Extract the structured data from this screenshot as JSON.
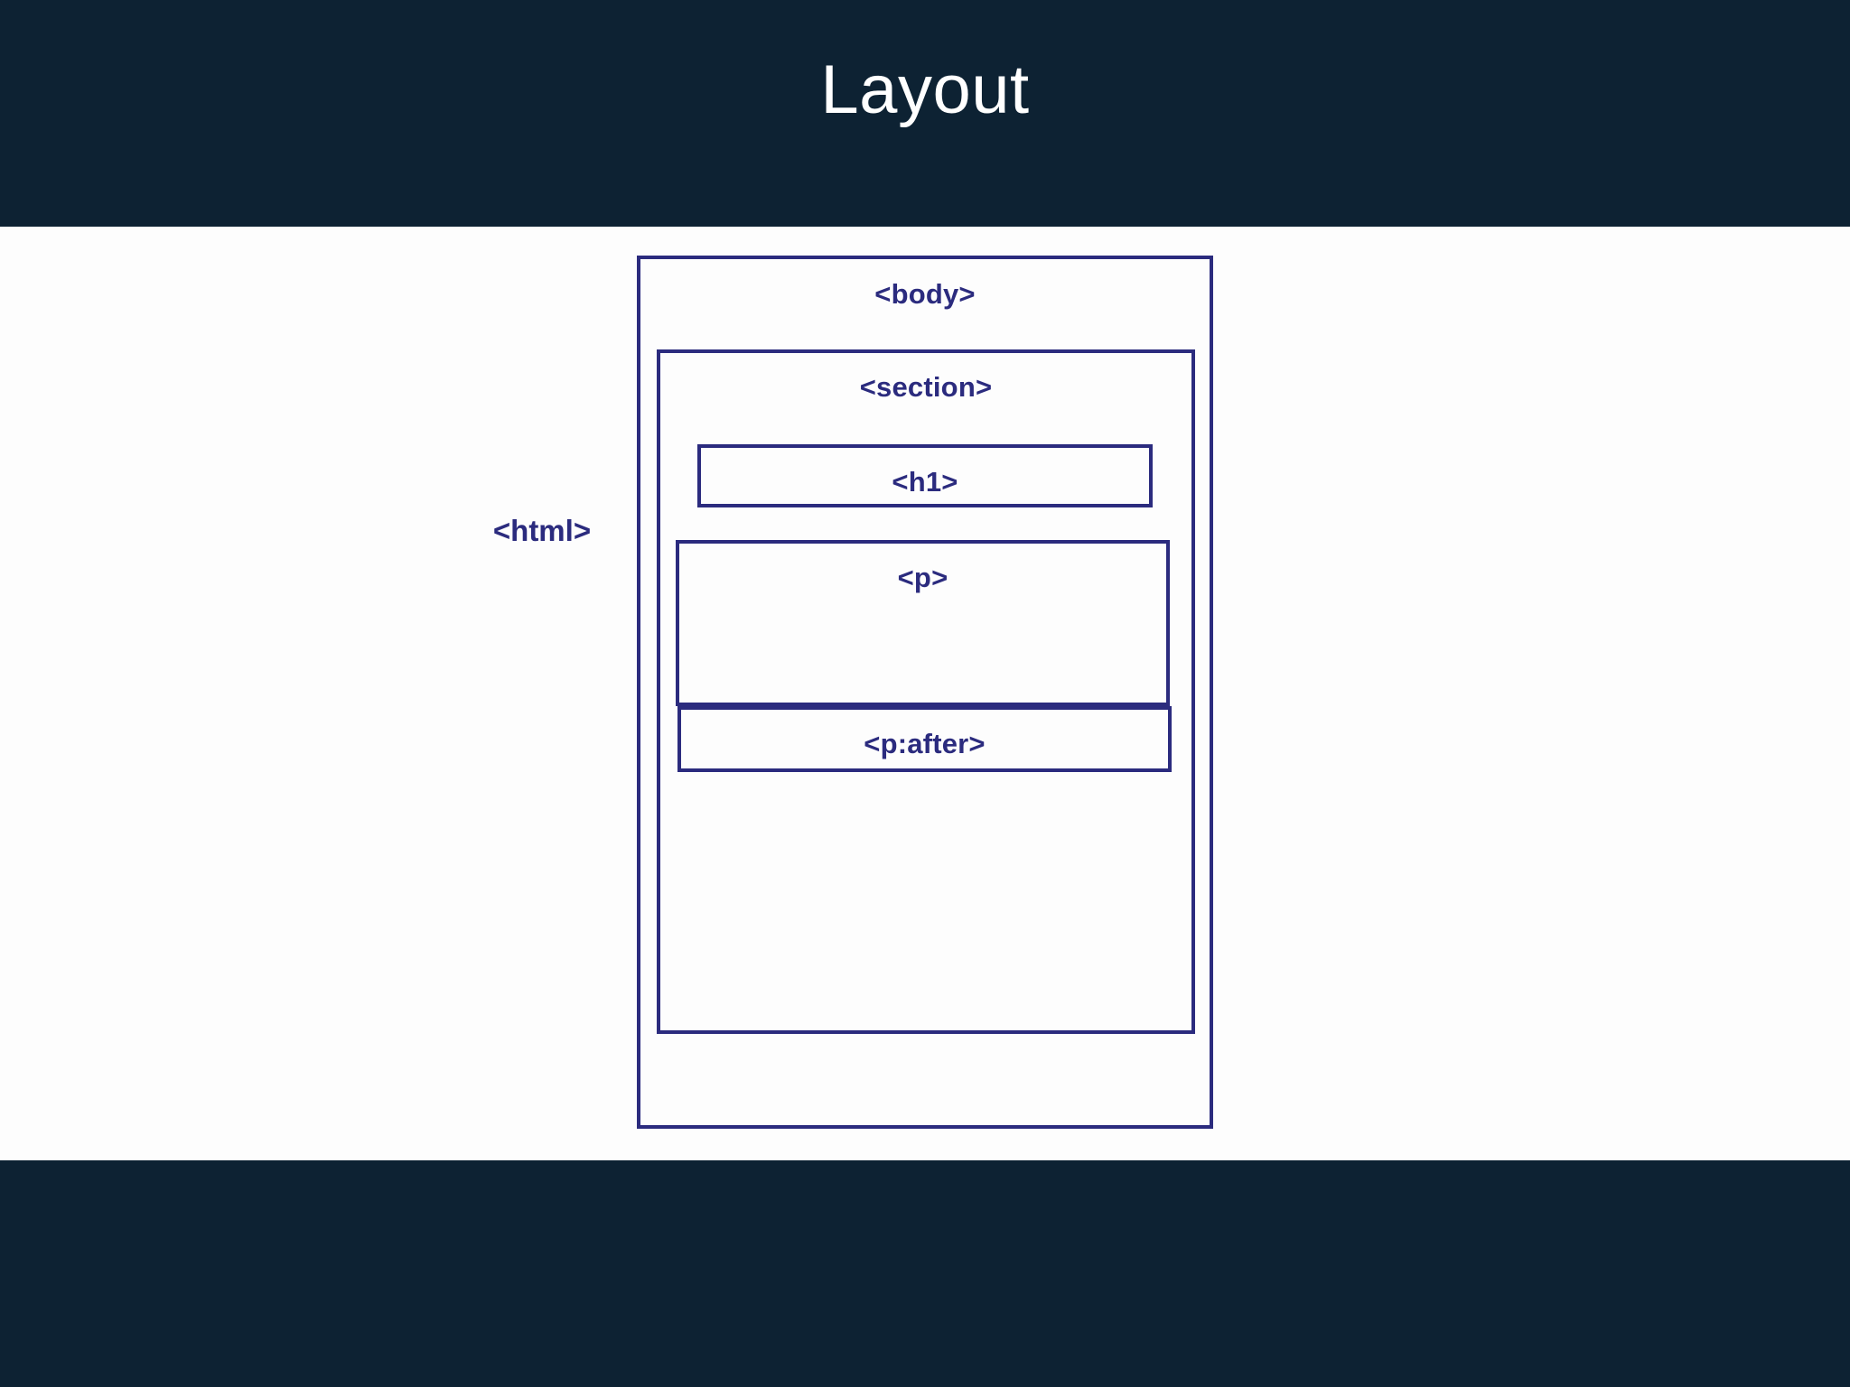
{
  "slide": {
    "title": "Layout",
    "background_color": "#fdfdfd",
    "bar_color": "#0d2233",
    "title_color": "#ffffff",
    "diagram_color": "#2b2b7e"
  },
  "diagram": {
    "type": "nested-box-model",
    "outside_label": "<html>",
    "boxes": [
      {
        "label": "<body>",
        "level": 0
      },
      {
        "label": "<section>",
        "level": 1
      },
      {
        "label": "<h1>",
        "level": 2
      },
      {
        "label": "<p>",
        "level": 2
      },
      {
        "label": "<p:after>",
        "level": 3
      }
    ]
  }
}
